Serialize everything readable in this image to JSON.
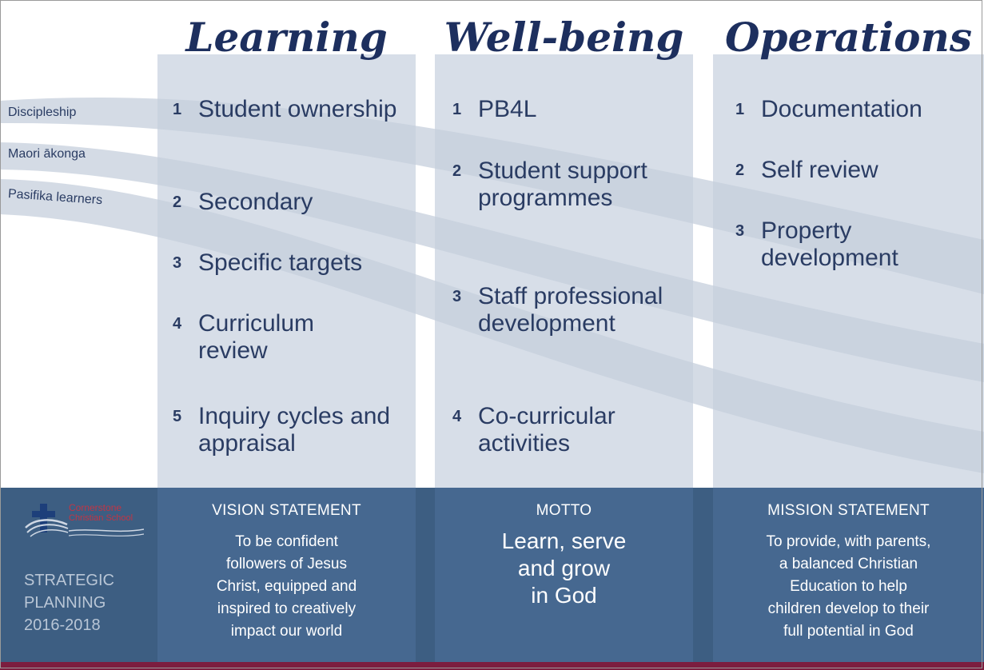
{
  "columns": [
    {
      "title": "Learning",
      "items": [
        {
          "num": "1",
          "text": "Student ownership"
        },
        {
          "num": "2",
          "text": "Secondary"
        },
        {
          "num": "3",
          "text": "Specific targets"
        },
        {
          "num": "4",
          "text": "Curriculum review"
        },
        {
          "num": "5",
          "text": "Inquiry cycles and appraisal"
        }
      ]
    },
    {
      "title": "Well-being",
      "items": [
        {
          "num": "1",
          "text": "PB4L"
        },
        {
          "num": "2",
          "text": "Student support programmes"
        },
        {
          "num": "3",
          "text": "Staff professional development"
        },
        {
          "num": "4",
          "text": "Co-curricular activities"
        }
      ]
    },
    {
      "title": "Operations",
      "items": [
        {
          "num": "1",
          "text": "Documentation"
        },
        {
          "num": "2",
          "text": "Self review"
        },
        {
          "num": "3",
          "text": "Property development"
        }
      ]
    }
  ],
  "side_tags": [
    "Discipleship",
    "Maori ākonga",
    "Pasifika learners"
  ],
  "footer": {
    "logo_name": "Cornerstone",
    "logo_sub": "Christian School",
    "strategic_lines": [
      "STRATEGIC",
      "PLANNING",
      "2016-2018"
    ],
    "vision_heading": "VISION STATEMENT",
    "vision_lines": [
      "To be confident",
      "followers of Jesus",
      "Christ, equipped and",
      "inspired to creatively",
      "impact our world"
    ],
    "motto_heading": "MOTTO",
    "motto_lines": [
      "Learn, serve",
      "and grow",
      "in God"
    ],
    "mission_heading": "MISSION STATEMENT",
    "mission_lines": [
      "To provide, with parents,",
      "a balanced Christian",
      "Education to help",
      "children develop to their",
      "full potential in God"
    ]
  },
  "colors": {
    "title": "#1d2f5e",
    "column_bg": "#d7dee8",
    "band": "#c5cfdc",
    "footer": "#3d5e82",
    "footer_column": "#466890",
    "bottom_bar": "#7c1d3f",
    "logo_red": "#c03545",
    "logo_blue": "#1d3f7a"
  }
}
